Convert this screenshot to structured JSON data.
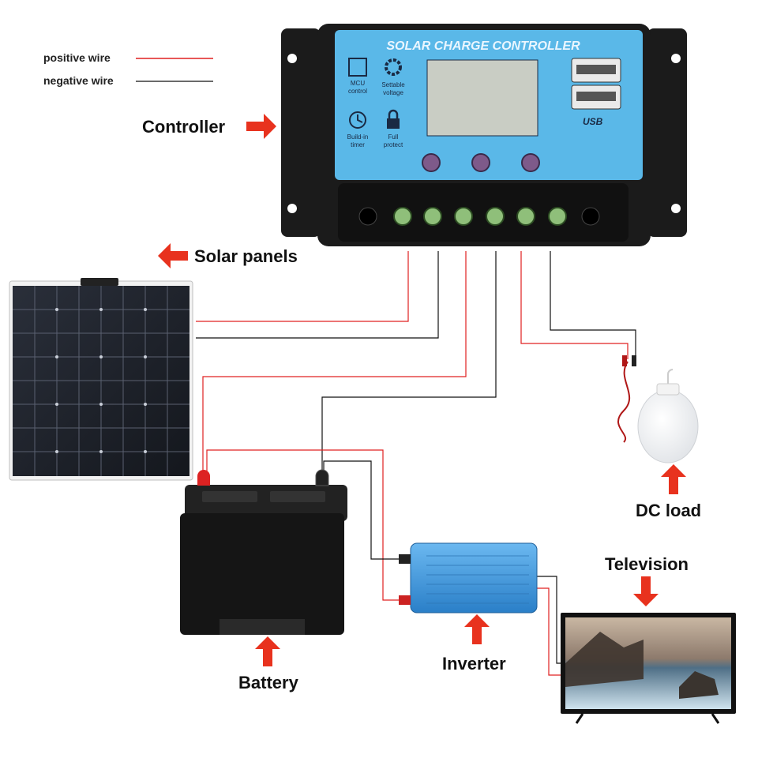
{
  "legend": {
    "positive": "positive wire",
    "negative": "negative wire"
  },
  "labels": {
    "controller": "Controller",
    "solar_panels": "Solar panels",
    "battery": "Battery",
    "inverter": "Inverter",
    "television": "Television",
    "dc_load": "DC load"
  },
  "controller_panel": {
    "title": "SOLAR CHARGE CONTROLLER",
    "mcu_line1": "MCU",
    "mcu_line2": "control",
    "settable_line1": "Settable",
    "settable_line2": "voltage",
    "timer_line1": "Build-in",
    "timer_line2": "timer",
    "protect_line1": "Full",
    "protect_line2": "protect",
    "usb_label": "USB"
  },
  "colors": {
    "positive_wire": "#e02020",
    "negative_wire": "#111111",
    "arrow": "#e8321e",
    "controller_face": "#5ab8e8",
    "controller_body": "#1b1b1b",
    "inverter": "#3d9be0"
  }
}
